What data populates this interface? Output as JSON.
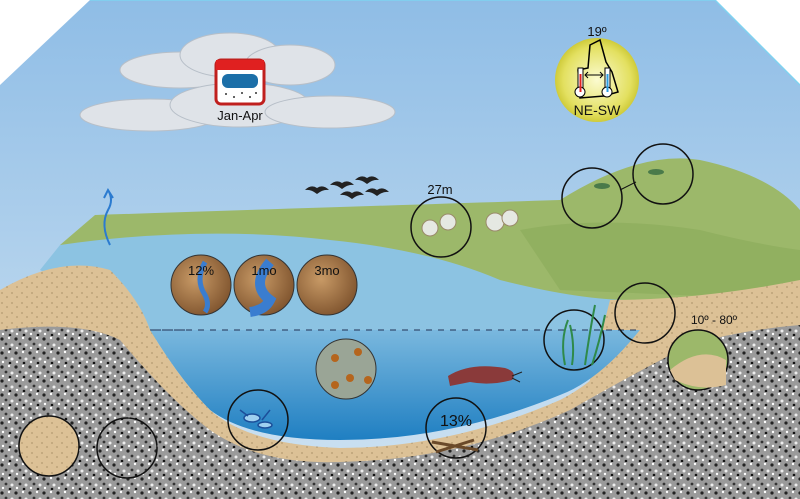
{
  "season": {
    "label": "Jan-Apr",
    "icon": "calendar-rain-icon"
  },
  "climate": {
    "temperature": "19º",
    "gradient": "NE-SW",
    "icon": "queensland-thermometer-icon"
  },
  "riparian": {
    "width_label": "27m"
  },
  "flow_circles": [
    {
      "label": "12%"
    },
    {
      "label": "1mo"
    },
    {
      "label": "3mo"
    }
  ],
  "bank_slope": {
    "label": "10º - 80º"
  },
  "woody_debris": {
    "label": "13%"
  },
  "colors": {
    "sky_top": "#8fbde6",
    "water_shallow": "#8cc3e2",
    "water_deep": "#1f86c6",
    "grass": "#9cb86a",
    "sand": "#dcc196",
    "gravel": "#8a8a8a"
  }
}
